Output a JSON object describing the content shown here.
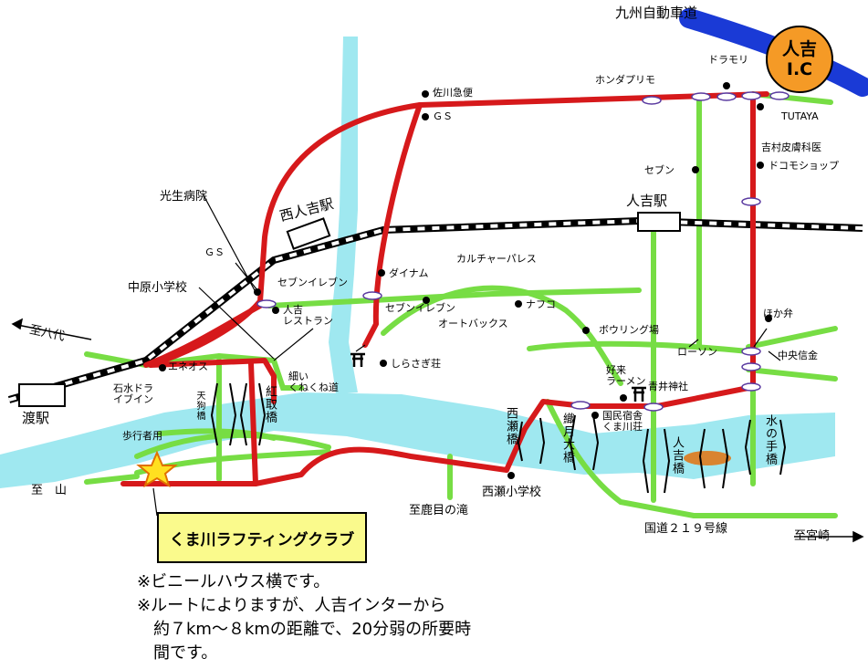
{
  "colors": {
    "river": "#9fe8f0",
    "main_road": "#d6191b",
    "local_road": "#77dd44",
    "highway": "#1a3ad6",
    "ic_badge": "#f59a26",
    "callout_bg": "#fafa8c"
  },
  "highway": "九州自動車道",
  "ic_badge": {
    "line1": "人吉",
    "line2": "I.C"
  },
  "stations": {
    "hitoyoshi": "人吉駅",
    "nishi_hitoyoshi": "西人吉駅",
    "watari": "渡駅"
  },
  "directions": {
    "yatsushiro": "至八代",
    "miyazaki": "至宮崎",
    "yama": "至　山",
    "kanome": "至鹿目の滝"
  },
  "landmarks": {
    "sagawa": "佐川急便",
    "gs_top": "ＧＳ",
    "honda": "ホンダプリモ",
    "doramori": "ドラモリ",
    "tutaya": "TUTAYA",
    "yoshimura": "吉村皮膚科医",
    "docomo": "ドコモショップ",
    "seven_north": "セブン",
    "kosei": "光生病院",
    "gs_left": "ＧＳ",
    "seven_eleven_1": "セブンイレブン",
    "dainamu": "ダイナム",
    "hitoyoshi_restaurant": "人吉\nレストラン",
    "nakahara": "中原小学校",
    "culture_palace": "カルチャーパレス",
    "seven_eleven_2": "セブンイレブン",
    "nafuko": "ナフコ",
    "autobacs": "オートバックス",
    "bowling": "ボウリング場",
    "hokaben": "ほか弁",
    "lawson": "ローソン",
    "chuo_shinkin": "中央信金",
    "eneos": "エネオス",
    "shirasagi": "しらさぎ荘",
    "hosoi": "細い\nくねくね道",
    "ishimizu": "石水ドラ\nイブイン",
    "korai_ramen": "好来\nラーメン",
    "aoi_jinja": "青井神社",
    "kokumin": "国民宿舎\nくま川荘",
    "nishise_school": "西瀬小学校",
    "hokosha": "歩行者用"
  },
  "bridges": {
    "tengu": "天狗橋",
    "kotori": "紅取橋",
    "nishise": "西瀬橋",
    "orizuki": "織月大橋",
    "hitoyoshi": "人吉橋",
    "mizunote": "水の手橋"
  },
  "route": "国道２１９号線",
  "callout": "くま川ラフティングクラブ",
  "notes": [
    "※ビニールハウス横です。",
    "※ルートによりますが、人吉インターから",
    "　約７km～８kmの距離で、20分弱の所要時",
    "　間です。"
  ]
}
